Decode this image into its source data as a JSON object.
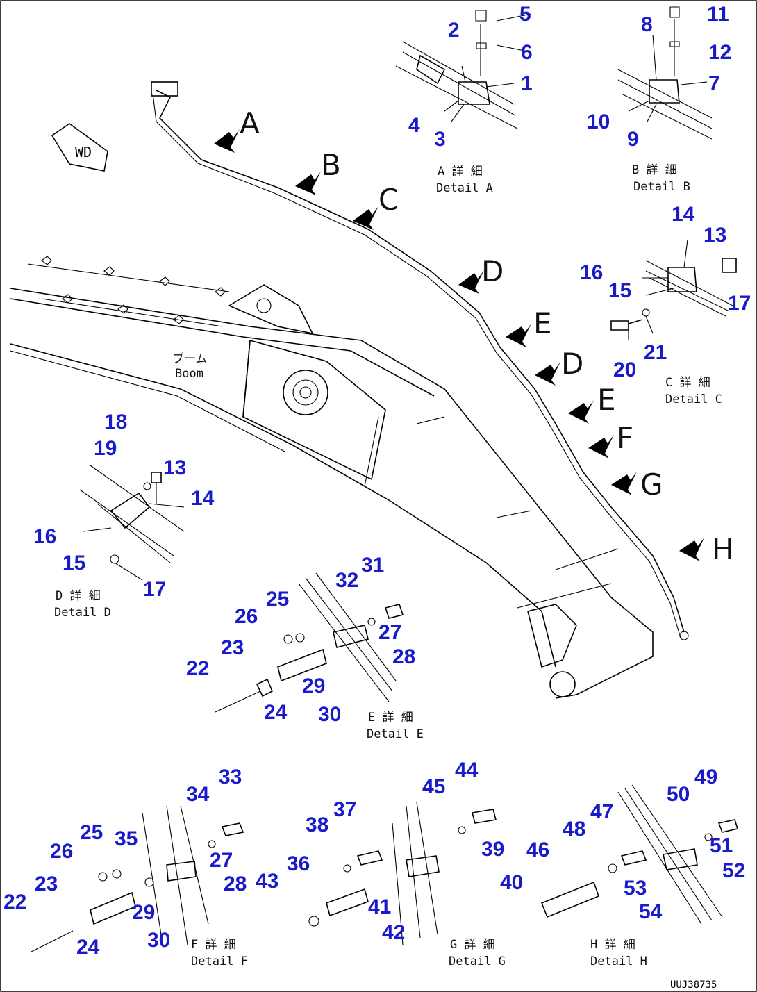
{
  "view_letters": {
    "A": "A",
    "B": "B",
    "C": "C",
    "D1": "D",
    "E1": "E",
    "D2": "D",
    "E2": "E",
    "F": "F",
    "G": "G",
    "H": "H"
  },
  "boom_label": {
    "jp": "ブーム",
    "en": "Boom"
  },
  "wd_mark": "WD",
  "details": {
    "A": {
      "jp": "A 詳 細",
      "en": "Detail A"
    },
    "B": {
      "jp": "B 詳 細",
      "en": "Detail B"
    },
    "C": {
      "jp": "C 詳 細",
      "en": "Detail C"
    },
    "D": {
      "jp": "D 詳 細",
      "en": "Detail D"
    },
    "E": {
      "jp": "E 詳 細",
      "en": "Detail E"
    },
    "F": {
      "jp": "F 詳 細",
      "en": "Detail F"
    },
    "G": {
      "jp": "G 詳 細",
      "en": "Detail G"
    },
    "H": {
      "jp": "H 詳 細",
      "en": "Detail H"
    }
  },
  "callouts": {
    "n1": "1",
    "n2": "2",
    "n3": "3",
    "n4": "4",
    "n5": "5",
    "n6": "6",
    "n7": "7",
    "n8": "8",
    "n9": "9",
    "n10": "10",
    "n11": "11",
    "n12": "12",
    "n13": "13",
    "n14": "14",
    "n15": "15",
    "n16": "16",
    "n17": "17",
    "n18": "18",
    "n19": "19",
    "n20": "20",
    "n21": "21",
    "n22": "22",
    "n23": "23",
    "n24": "24",
    "n25": "25",
    "n26": "26",
    "n27": "27",
    "n28": "28",
    "n29": "29",
    "n30": "30",
    "n31": "31",
    "n32": "32",
    "n33": "33",
    "n34": "34",
    "n35": "35",
    "n36": "36",
    "n37": "37",
    "n38": "38",
    "n39": "39",
    "n40": "40",
    "n41": "41",
    "n42": "42",
    "n43": "43",
    "n44": "44",
    "n45": "45",
    "n46": "46",
    "n47": "47",
    "n48": "48",
    "n49": "49",
    "n50": "50",
    "n51": "51",
    "n52": "52",
    "n53": "53",
    "n54": "54"
  },
  "drawing_code": "UUJ38735",
  "colors": {
    "callout": "#1a1acd",
    "line": "#000000",
    "background": "#ffffff"
  }
}
